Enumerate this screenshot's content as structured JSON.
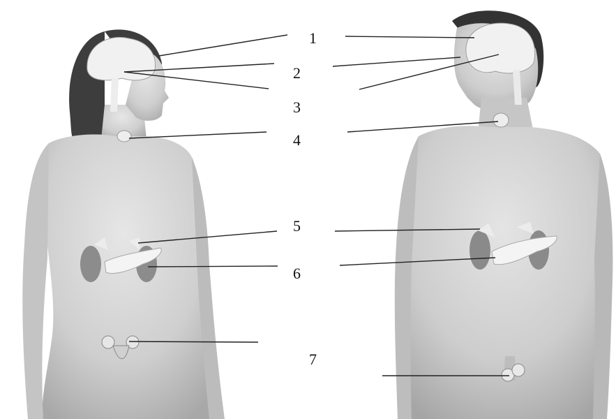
{
  "labels": [
    "1",
    "2",
    "3",
    "4",
    "5",
    "6",
    "7"
  ],
  "colors": {
    "skin_light": "#dcdcdc",
    "skin_mid": "#bdbdbd",
    "skin_shadow": "#9a9a9a",
    "hair": "#3a3a3a",
    "brain": "#f2f2f2",
    "organ": "#8e8e8e",
    "gland": "#eeeeee",
    "line": "#222222"
  },
  "figures": [
    "female-body",
    "male-body"
  ],
  "icons": [
    "brain-icon",
    "thyroid-icon",
    "adrenal-icon",
    "pancreas-icon",
    "kidney-icon",
    "ovary-icon",
    "testis-icon"
  ]
}
